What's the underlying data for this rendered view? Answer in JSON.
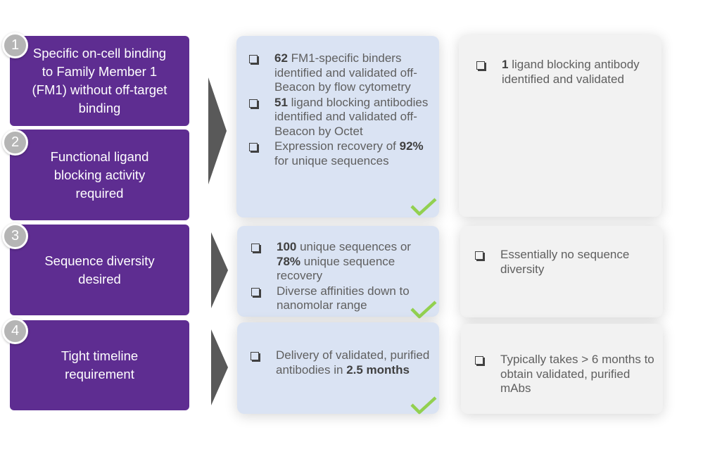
{
  "requirements": [
    {
      "number": "1",
      "label": "Specific on-cell binding\nto Family Member 1\n(FM1) without off-target\nbinding"
    },
    {
      "number": "2",
      "label": "Functional ligand\nblocking activity\nrequired"
    },
    {
      "number": "3",
      "label": "Sequence diversity\ndesired"
    },
    {
      "number": "4",
      "label": "Tight timeline\nrequirement"
    }
  ],
  "beacon_results": [
    {
      "bullets": [
        {
          "highlight": "62",
          "text": " FM1-specific binders identified and validated off-Beacon by flow cytometry"
        },
        {
          "highlight": "51",
          "text": " ligand blocking antibodies identified and validated off-Beacon by Octet"
        },
        {
          "prefix": "Expression recovery of ",
          "highlight": "92%",
          "text": " for unique sequences"
        }
      ]
    },
    {
      "bullets": [
        {
          "highlight": "100",
          "text": " unique sequences or ",
          "highlight2": "78%",
          "text2": " unique sequence recovery"
        },
        {
          "text": "Diverse affinities down to nanomolar range"
        }
      ]
    },
    {
      "bullets": [
        {
          "text": "Delivery of validated, purified antibodies in ",
          "highlight": "2.5 months"
        }
      ]
    }
  ],
  "traditional_results": [
    {
      "bullets": [
        {
          "highlight": "1",
          "text": " ligand blocking antibody identified and validated"
        }
      ]
    },
    {
      "bullets": [
        {
          "text": "Essentially no sequence diversity"
        }
      ]
    },
    {
      "bullets": [
        {
          "text": "Typically takes > 6 months to obtain validated, purified mAbs"
        }
      ]
    }
  ],
  "colors": {
    "requirement_bg": "#5e2d91",
    "beacon_box": "#dae3f3",
    "traditional_box": "#f2f2f2",
    "checkmark": "#92d050",
    "arrow": "#595959",
    "number_badge": "#b5b5b5"
  },
  "icons": {
    "checkbox": "checkbox-icon",
    "check": "checkmark-icon",
    "arrow": "chevron-right-arrow-icon"
  }
}
